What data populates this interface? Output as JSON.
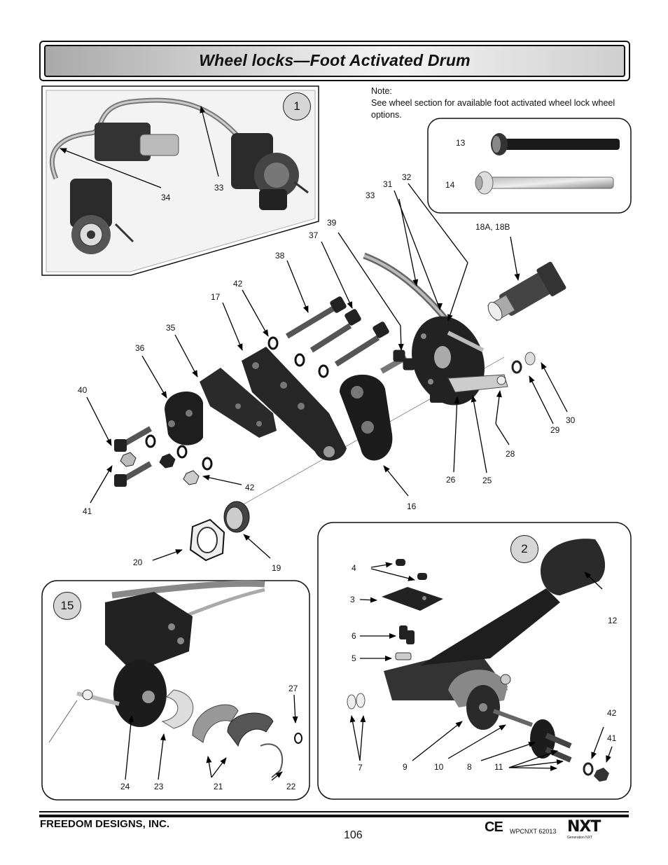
{
  "title": "Wheel locks—Foot Activated Drum",
  "note": {
    "label": "Note:",
    "text": "See wheel section for available foot activated wheel lock wheel options."
  },
  "detail_numbers": {
    "one": "1",
    "two": "2",
    "fifteen": "15"
  },
  "callouts": {
    "c34": "34",
    "c33a": "33",
    "c13": "13",
    "c14": "14",
    "c33b": "33",
    "c31": "31",
    "c32": "32",
    "c39": "39",
    "c37": "37",
    "c38": "38",
    "c18": "18A, 18B",
    "c42a": "42",
    "c17": "17",
    "c35": "35",
    "c36": "36",
    "c40": "40",
    "c41a": "41",
    "c42b": "42",
    "c16": "16",
    "c26": "26",
    "c25": "25",
    "c28": "28",
    "c29": "29",
    "c30": "30",
    "c20": "20",
    "c19": "19",
    "c4": "4",
    "c3": "3",
    "c6": "6",
    "c5": "5",
    "c7": "7",
    "c9": "9",
    "c10": "10",
    "c8": "8",
    "c11": "11",
    "c12": "12",
    "c42c": "42",
    "c41b": "41",
    "c27": "27",
    "c24": "24",
    "c23": "23",
    "c21": "21",
    "c22": "22"
  },
  "footer": {
    "company": "FREEDOM DESIGNS, INC.",
    "page_number": "106",
    "ce_mark": "CE",
    "doc_code": "WPCNXT 62013",
    "brand": "NXT",
    "brand_sub": "Generation NXT"
  }
}
